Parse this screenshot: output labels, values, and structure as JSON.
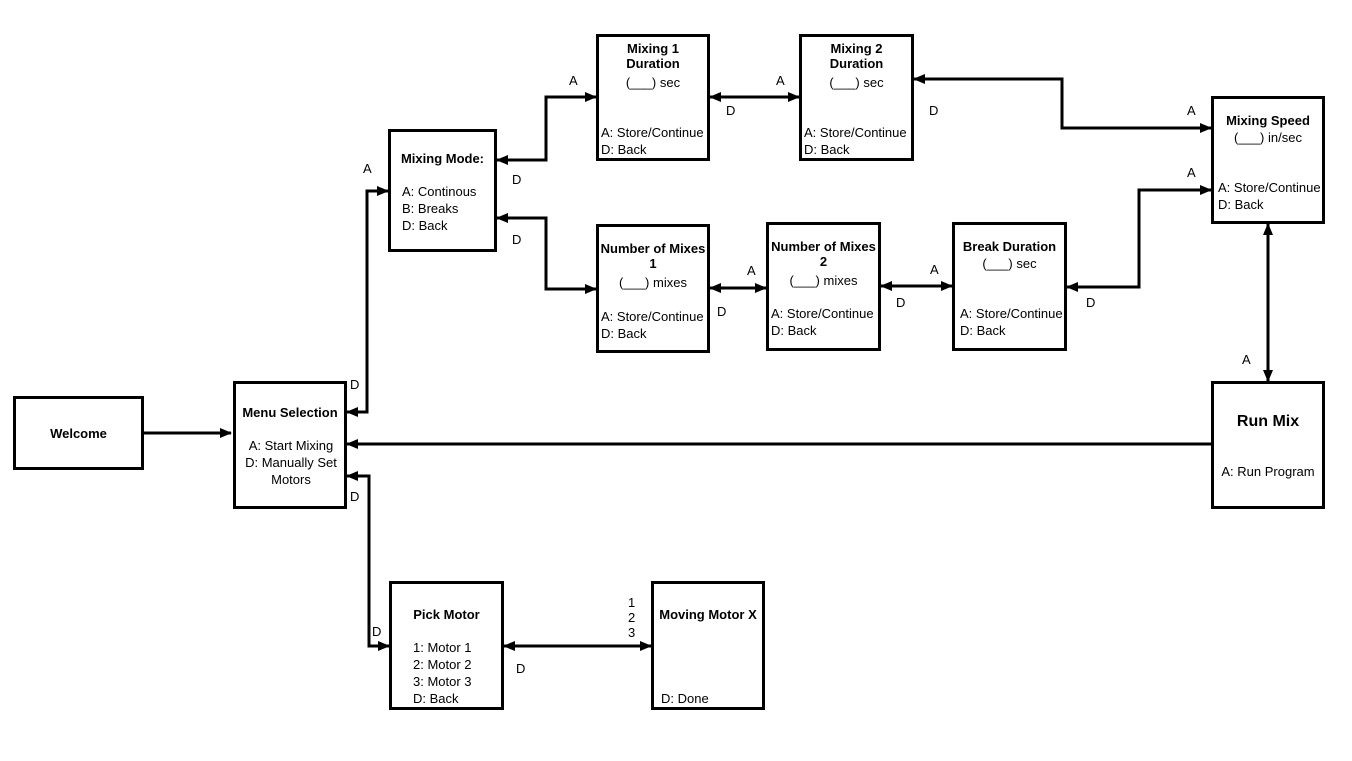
{
  "nodes": {
    "welcome": {
      "title": "Welcome"
    },
    "menu": {
      "title": "Menu Selection",
      "options": "A: Start Mixing\nD: Manually Set\nMotors"
    },
    "mode": {
      "title": "Mixing Mode:",
      "options": "A: Continous\nB: Breaks\nD: Back"
    },
    "mix1": {
      "title": "Mixing 1\nDuration",
      "sub": "(___) sec",
      "options": "A: Store/Continue\nD: Back"
    },
    "mix2": {
      "title": "Mixing 2\nDuration",
      "sub": "(___) sec",
      "options": "A: Store/Continue\nD: Back"
    },
    "speed": {
      "title": "Mixing  Speed",
      "sub": "(___) in/sec",
      "options": "A: Store/Continue\nD: Back"
    },
    "num1": {
      "title": "Number of Mixes\n1",
      "sub": "(___) mixes",
      "options": "A: Store/Continue\nD: Back"
    },
    "num2": {
      "title": "Number of Mixes\n2",
      "sub": "(___) mixes",
      "options": "A: Store/Continue\nD: Back"
    },
    "brk": {
      "title": "Break Duration",
      "sub": "(___) sec",
      "options": "A: Store/Continue\nD: Back"
    },
    "run": {
      "title": "Run Mix",
      "options": "A: Run Program"
    },
    "pick": {
      "title": "Pick Motor",
      "options": "1: Motor 1\n2: Motor 2\n3: Motor 3\nD: Back"
    },
    "moving": {
      "title": "Moving Motor X",
      "options": "D: Done"
    }
  },
  "edge_labels": {
    "menu_a": "A",
    "menu_d_up": "D",
    "menu_d_down": "D",
    "mode_a": "A",
    "mode_d_top": "D",
    "mode_d_bottom": "D",
    "mix1_mix2_a": "A",
    "mix1_mix2_d": "D",
    "mix2_speed_d": "D",
    "speed_a_top": "A",
    "speed_a_bottom": "A",
    "num1_num2_a": "A",
    "num1_num2_d": "D",
    "num2_brk_a": "A",
    "num2_brk_d": "D",
    "brk_speed_d": "D",
    "speed_run_a": "A",
    "pick_d_in": "D",
    "pick_moving_d": "D",
    "moving_keys": "1\n2\n3"
  }
}
